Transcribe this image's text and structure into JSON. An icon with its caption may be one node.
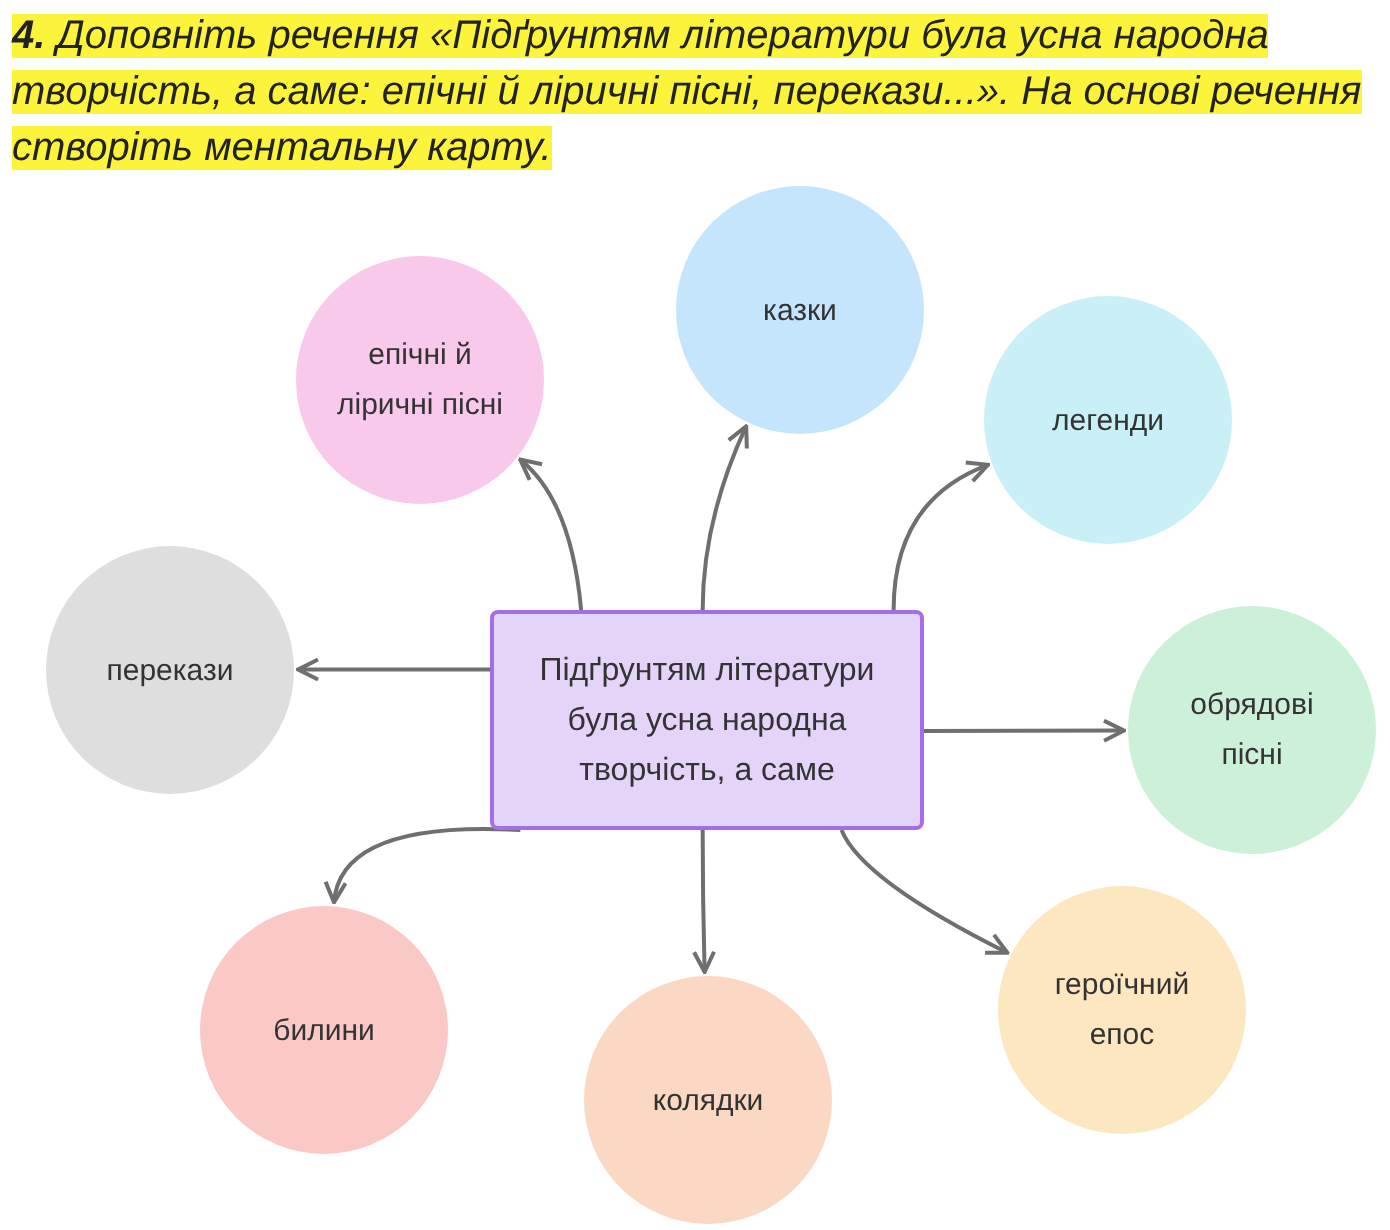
{
  "diagram": {
    "title": "**4.** Доповніть речення «Підґрунтям літератури була усна народна творчість, а саме: епічні й ліричні пісні, перекази...». На основі речення створіть ментальну карту.",
    "nodes": [
      {
        "text": [
          "Підґрунтям літератури була усна народна творчість, а саме"
        ]
      },
      {
        "text": [
          "епічні й ліричні пісні"
        ]
      },
      {
        "text": [
          "казки"
        ]
      },
      {
        "text": [
          "легенди"
        ]
      },
      {
        "text": [
          "перекази"
        ]
      },
      {
        "text": [
          "обрядові пісні"
        ]
      },
      {
        "text": [
          "билини"
        ]
      },
      {
        "text": [
          "колядки"
        ]
      },
      {
        "text": [
          "героїчний епос"
        ]
      }
    ],
    "edges": [
      {
        "from": 0,
        "to": 1,
        "arrow": "to"
      },
      {
        "from": 0,
        "to": 2,
        "arrow": "to"
      },
      {
        "from": 0,
        "to": 3,
        "arrow": "to"
      },
      {
        "from": 0,
        "to": 4,
        "arrow": "to"
      },
      {
        "from": 0,
        "to": 5,
        "arrow": "to"
      },
      {
        "from": 0,
        "to": 6,
        "arrow": "to"
      },
      {
        "from": 0,
        "to": 7,
        "arrow": "to"
      },
      {
        "from": 0,
        "to": 8,
        "arrow": "to"
      }
    ]
  }
}
